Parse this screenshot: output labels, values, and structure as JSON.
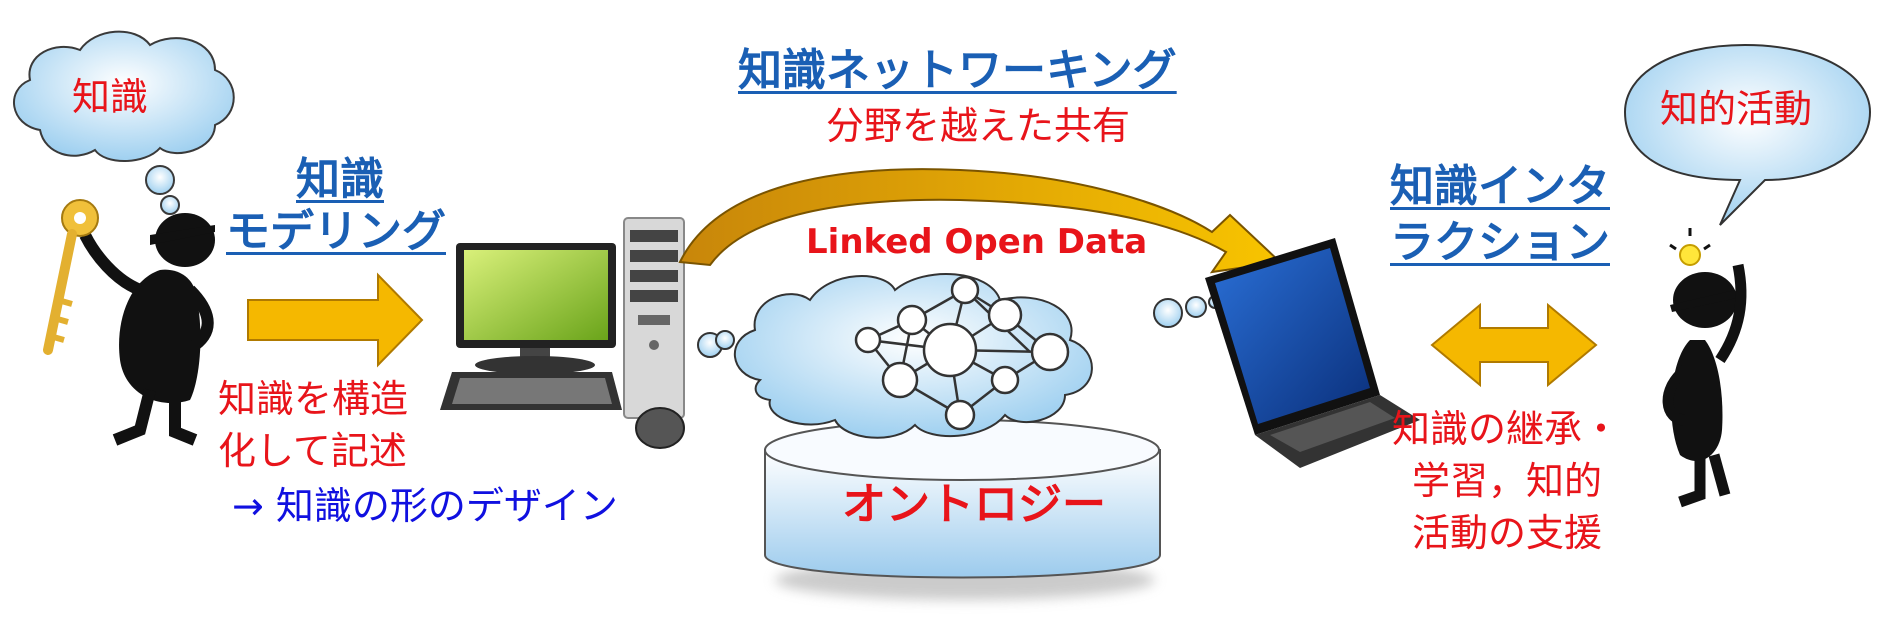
{
  "thought_bubble_left": "知識",
  "thought_bubble_right": "知的活動",
  "modeling": {
    "heading_line1": "知識",
    "heading_line2": "モデリング",
    "desc_line1": "知識を構造",
    "desc_line2": "化して記述",
    "note": "→ 知識の形のデザイン"
  },
  "networking": {
    "heading": "知識ネットワーキング",
    "sub": "分野を越えた共有"
  },
  "cloud_label": "Linked Open Data",
  "ontology_label": "オントロジー",
  "interaction": {
    "heading_line1": "知識インタ",
    "heading_line2": "ラクション",
    "desc_line1": "知識の継承・",
    "desc_line2": "学習，知的",
    "desc_line3": "活動の支援"
  },
  "colors": {
    "heading_blue": "#1a5fb4",
    "text_red": "#e8141a",
    "text_blue": "#1010e0",
    "arrow_gold": "#f5b800",
    "cloud_blue": "#bfe0f5"
  }
}
